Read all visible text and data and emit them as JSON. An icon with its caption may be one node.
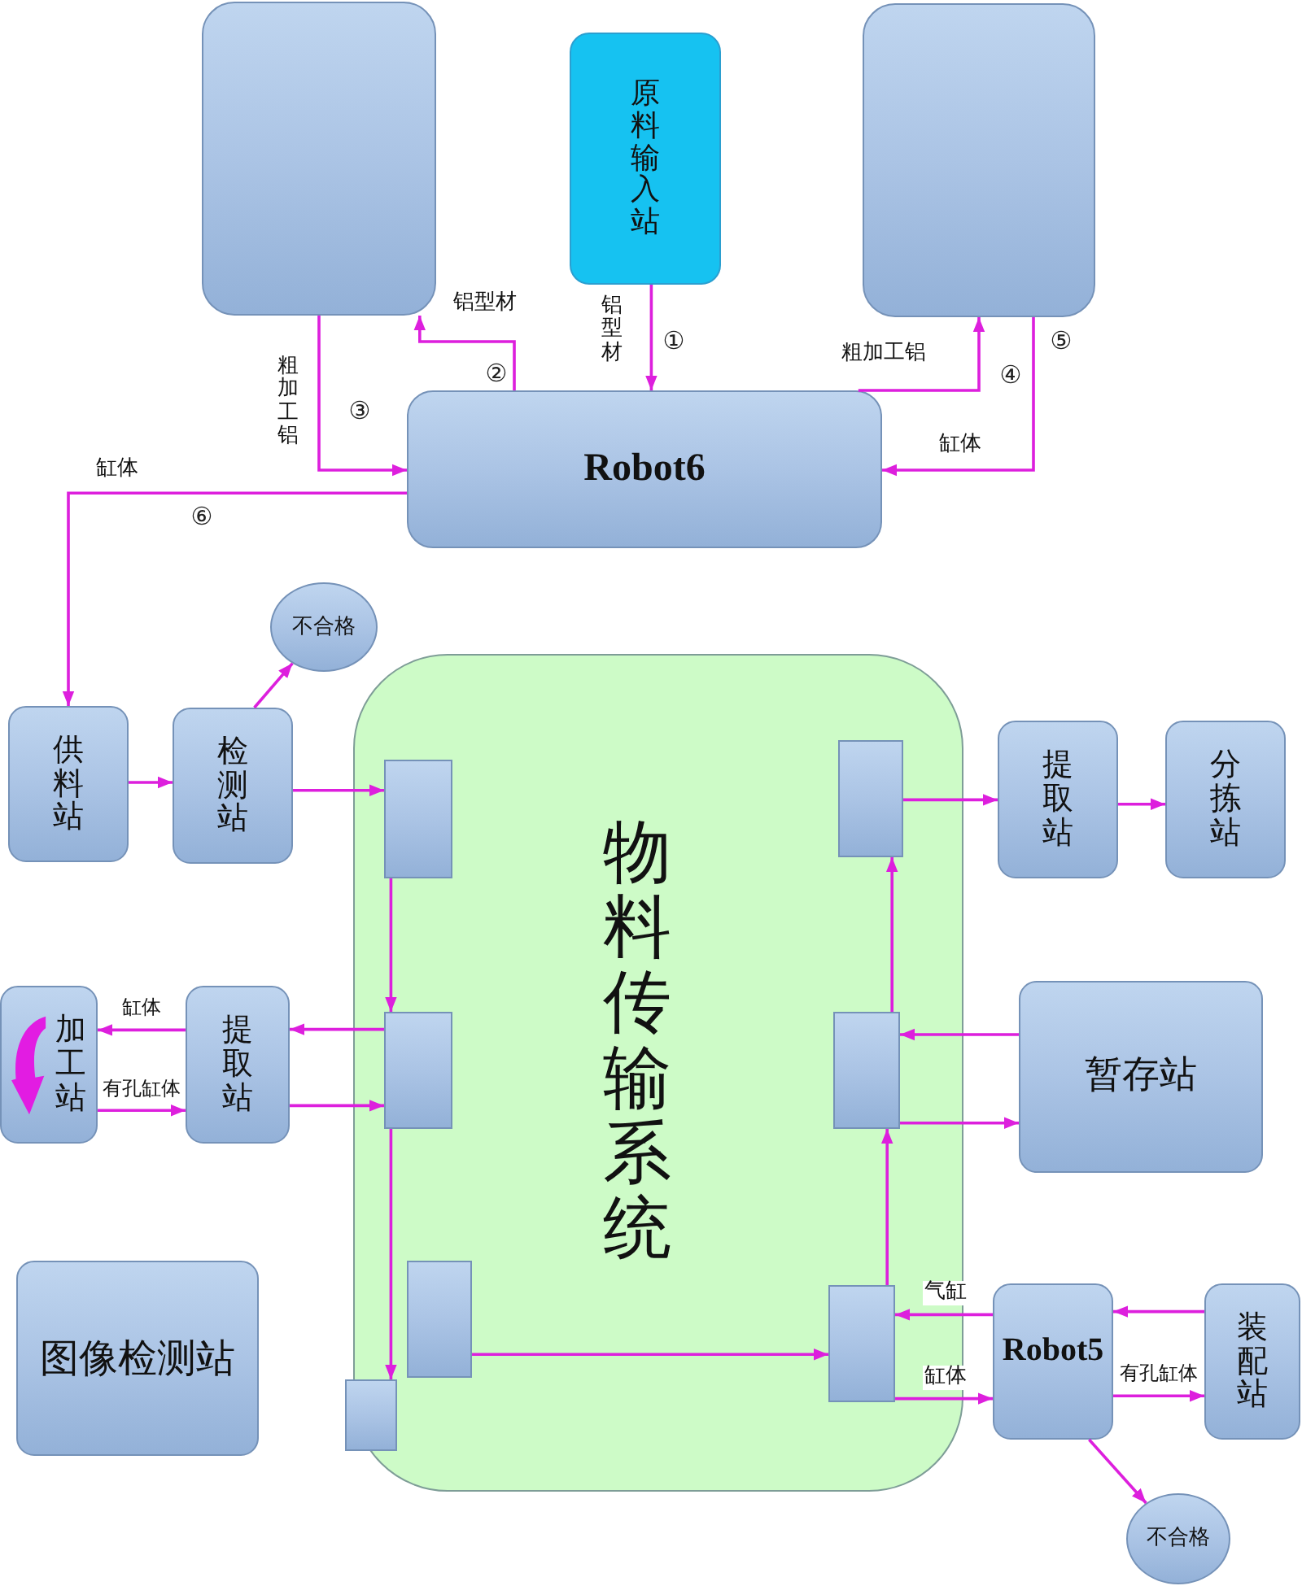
{
  "diagram": {
    "nodes": [
      {
        "text": [],
        "shape": "box"
      },
      {
        "text": [
          "原料输入站"
        ]
      },
      {
        "text": [],
        "shape": "box"
      },
      {
        "text": [
          "Robot6"
        ]
      },
      {
        "text": [
          "不合格"
        ]
      },
      {
        "text": [
          "供料站"
        ]
      },
      {
        "text": [
          "检测站"
        ]
      },
      {
        "text": [
          "物料传输系统"
        ]
      },
      {
        "text": [],
        "shape": "box",
        "in": 7
      },
      {
        "text": [],
        "shape": "box",
        "in": 7
      },
      {
        "text": [],
        "shape": "box",
        "in": 7
      },
      {
        "text": [],
        "shape": "box",
        "in": 7
      },
      {
        "text": [],
        "shape": "box",
        "in": 7
      },
      {
        "text": [],
        "shape": "box",
        "in": 7
      },
      {
        "text": [],
        "shape": "box"
      },
      {
        "text": [
          "提取站"
        ]
      },
      {
        "text": [
          "分拣站"
        ]
      },
      {
        "text": [
          "加工站"
        ]
      },
      {
        "text": [
          "提取站"
        ]
      },
      {
        "text": [
          "暂存站"
        ]
      },
      {
        "text": [
          "图像检测站"
        ]
      },
      {
        "text": [
          "Robot5"
        ]
      },
      {
        "text": [
          "装配站"
        ]
      },
      {
        "text": [
          "不合格"
        ]
      }
    ],
    "edges": [
      {
        "from": 1,
        "to": 3,
        "arrow": "to",
        "label": "铝型材"
      },
      {
        "from": 3,
        "to": 0,
        "arrow": "to",
        "label": "铝型材"
      },
      {
        "from": 0,
        "to": 3,
        "arrow": "to",
        "label": "粗加工铝"
      },
      {
        "from": 3,
        "to": 2,
        "arrow": "to",
        "label": "粗加工铝"
      },
      {
        "from": 2,
        "to": 3,
        "arrow": "to",
        "label": "缸体"
      },
      {
        "from": 3,
        "to": 5,
        "arrow": "to",
        "label": "缸体"
      },
      {
        "from": 6,
        "to": 4,
        "arrow": "to"
      },
      {
        "from": 5,
        "to": 6,
        "arrow": "to"
      },
      {
        "from": 6,
        "to": 8,
        "arrow": "to"
      },
      {
        "from": 8,
        "to": 9,
        "arrow": "to"
      },
      {
        "from": 9,
        "to": 14,
        "arrow": "to"
      },
      {
        "from": 10,
        "to": 13,
        "arrow": "to"
      },
      {
        "from": 13,
        "to": 12,
        "arrow": "to"
      },
      {
        "from": 12,
        "to": 11,
        "arrow": "to"
      },
      {
        "from": 11,
        "to": 15,
        "arrow": "to"
      },
      {
        "from": 15,
        "to": 16,
        "arrow": "to"
      },
      {
        "from": 9,
        "to": 18,
        "arrow": "to"
      },
      {
        "from": 18,
        "to": 9,
        "arrow": "to"
      },
      {
        "from": 18,
        "to": 17,
        "arrow": "to",
        "label": "缸体"
      },
      {
        "from": 17,
        "to": 18,
        "arrow": "to",
        "label": "有孔缸体"
      },
      {
        "from": 19,
        "to": 12,
        "arrow": "to"
      },
      {
        "from": 12,
        "to": 19,
        "arrow": "to"
      },
      {
        "from": 21,
        "to": 13,
        "arrow": "to",
        "label": "气缸"
      },
      {
        "from": 13,
        "to": 21,
        "arrow": "to",
        "label": "缸体"
      },
      {
        "from": 22,
        "to": 21,
        "arrow": "to"
      },
      {
        "from": 21,
        "to": 22,
        "arrow": "to",
        "label": "有孔缸体"
      },
      {
        "from": 21,
        "to": 23,
        "arrow": "to"
      }
    ],
    "labels": [
      "①",
      "⑤",
      "②",
      "④",
      "③",
      "⑥"
    ]
  }
}
